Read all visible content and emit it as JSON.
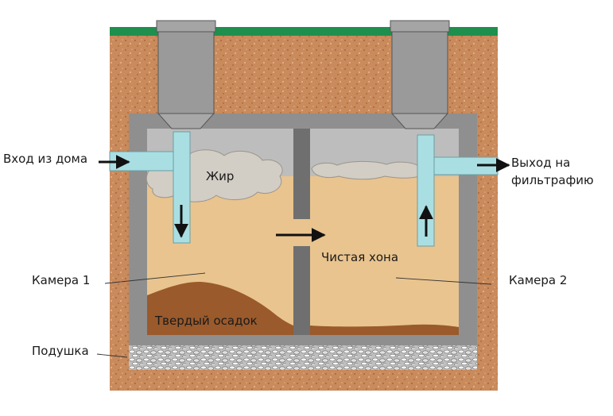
{
  "labels": {
    "inlet": "Вход из дома",
    "outlet_line1": "Выход на",
    "outlet_line2": "фильтрафию",
    "fat": "Жир",
    "clean_zone": "Чистая хона",
    "chamber1": "Камера 1",
    "chamber2": "Камера 2",
    "sediment": "Твердый осадок",
    "cushion": "Подушка"
  },
  "colors": {
    "soil": "#c98a5c",
    "grass": "#1f8f4e",
    "concrete": "#8f8f8f",
    "concrete_dark": "#6f6f6f",
    "air": "#bdbdbd",
    "water": "#e9c48f",
    "sediment": "#9a5a2c",
    "fat": "#d2cdc5",
    "pipe": "#a9dfe3",
    "gravel": "#d9d9d9"
  }
}
